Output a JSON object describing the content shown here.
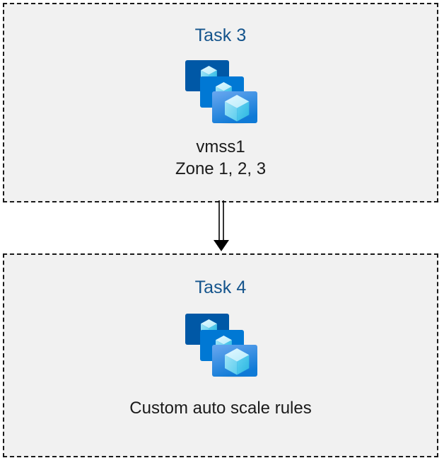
{
  "diagram": {
    "title_color": "#14548c",
    "caption_color": "#1a1a1a",
    "box_fill": "#f1f1f1",
    "box_border_color": "#1a1a1a",
    "canvas_background": "#ffffff"
  },
  "boxes": [
    {
      "id": "task-3",
      "title": "Task 3",
      "icon_name": "virtual-machine-scale-set-icon",
      "captions": [
        "vmss1",
        "Zone 1, 2, 3"
      ]
    },
    {
      "id": "task-4",
      "title": "Task 4",
      "icon_name": "virtual-machine-scale-set-icon",
      "captions": [
        "Custom auto scale rules"
      ]
    }
  ],
  "connector": {
    "name": "arrow-down-connector",
    "from": "task-3",
    "to": "task-4",
    "style": "double-line-with-filled-arrowhead",
    "color": "#000000"
  },
  "icon_colors": {
    "monitor_back": "#0058a6",
    "monitor_middle": "#0078d4",
    "monitor_front_top": "#5ea0ef",
    "monitor_front_bottom": "#0f7ad6",
    "cube_light": "#c3f1ff",
    "cube_mid": "#6fd8f7",
    "cube_dark": "#32bfe8",
    "stand_gray": "#b3b3b3"
  }
}
